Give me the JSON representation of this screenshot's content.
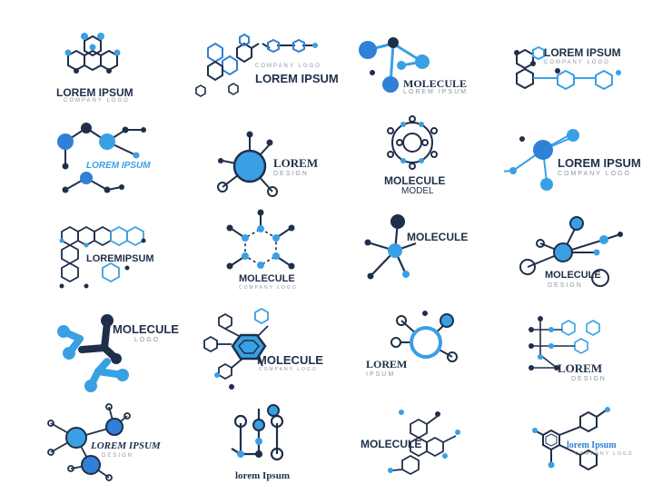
{
  "colors": {
    "dark": "#1f2f4a",
    "blue": "#2f80d6",
    "light": "#3aa0e4",
    "grey": "#8a96a8"
  },
  "logos": [
    {
      "title": "LOREM IPSUM",
      "subtitle": "COMPANY LOGO"
    },
    {
      "title": "LOREM IPSUM",
      "subtitle": "COMPANY LOGO"
    },
    {
      "title": "MOLECULE",
      "subtitle": "LOREM IPSUM"
    },
    {
      "title": "LOREM IPSUM",
      "subtitle": "COMPANY LOGO"
    },
    {
      "title": "LOREM IPSUM",
      "subtitle": ""
    },
    {
      "title": "LOREM",
      "subtitle": "DESIGN"
    },
    {
      "title": "MOLECULE",
      "subtitle": "MODEL"
    },
    {
      "title": "LOREM IPSUM",
      "subtitle": "COMPANY LOGO"
    },
    {
      "title": "LOREMIPSUM",
      "subtitle": ""
    },
    {
      "title": "MOLECULE",
      "subtitle": "COMPANY LOGO"
    },
    {
      "title": "MOLECULE",
      "subtitle": ""
    },
    {
      "title": "MOLECULE",
      "subtitle": "DESIGN"
    },
    {
      "title": "MOLECULE",
      "subtitle": "LOGO"
    },
    {
      "title": "MOLECULE",
      "subtitle": "COMPANY LOGO"
    },
    {
      "title": "LOREM",
      "subtitle": "IPSUM"
    },
    {
      "title": "LOREM",
      "subtitle": "DESIGN"
    },
    {
      "title": "LOREM IPSUM",
      "subtitle": "DESIGN"
    },
    {
      "title": "lorem Ipsum",
      "subtitle": ""
    },
    {
      "title": "MOLECULE",
      "subtitle": ""
    },
    {
      "title": "lorem Ipsum",
      "subtitle": "COMPANY LOGO"
    }
  ]
}
